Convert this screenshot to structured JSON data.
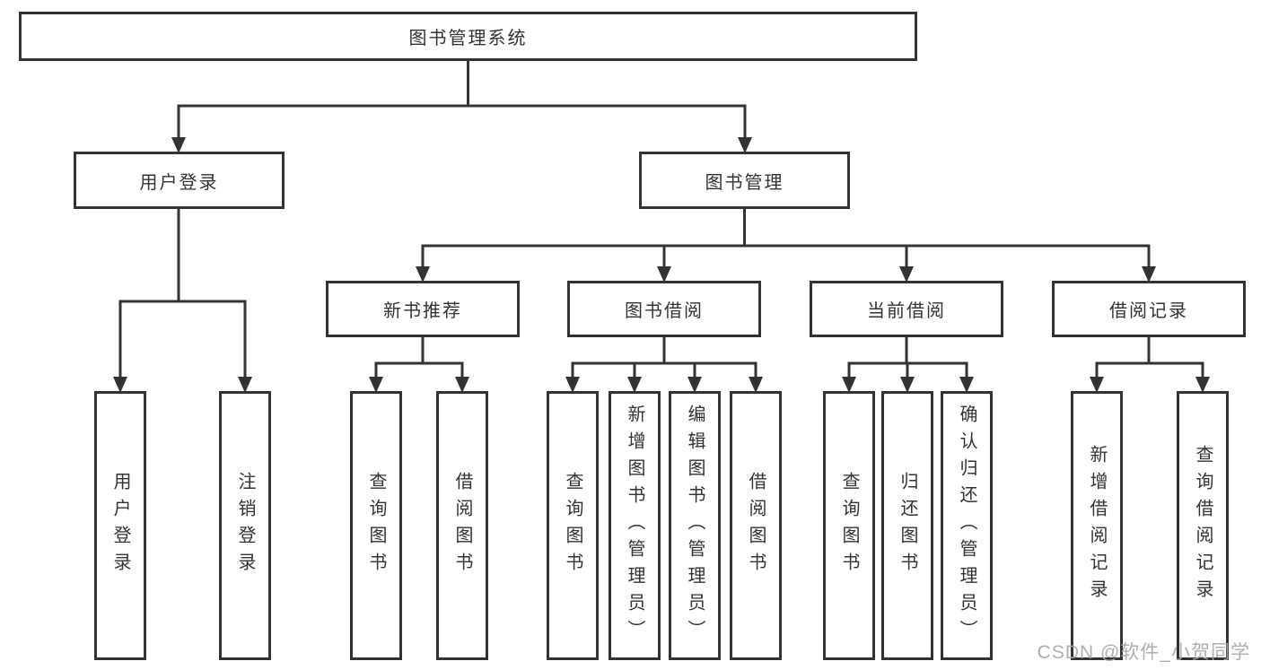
{
  "diagram": {
    "title": "图书管理系统",
    "root": {
      "label": "图书管理系统"
    },
    "level2": [
      {
        "label": "用户登录"
      },
      {
        "label": "图书管理"
      }
    ],
    "level3": [
      {
        "label": "新书推荐"
      },
      {
        "label": "图书借阅"
      },
      {
        "label": "当前借阅"
      },
      {
        "label": "借阅记录"
      }
    ],
    "leaves": {
      "user_login": [
        "用户登录",
        "注销登录"
      ],
      "new_book_recommend": [
        "查询图书",
        "借阅图书"
      ],
      "book_borrow": [
        "查询图书",
        "新增图书（管理员）",
        "编辑图书（管理员）",
        "借阅图书"
      ],
      "current_borrow": [
        "查询图书",
        "归还图书",
        "确认归还（管理员）"
      ],
      "borrow_records": [
        "新增借阅记录",
        "查询借阅记录"
      ]
    }
  },
  "watermark": {
    "text": "CSDN @软件_小贺同学"
  },
  "colors": {
    "line": "#333333",
    "text": "#333333",
    "background": "#ffffff",
    "watermark": "#a8a8a8"
  }
}
